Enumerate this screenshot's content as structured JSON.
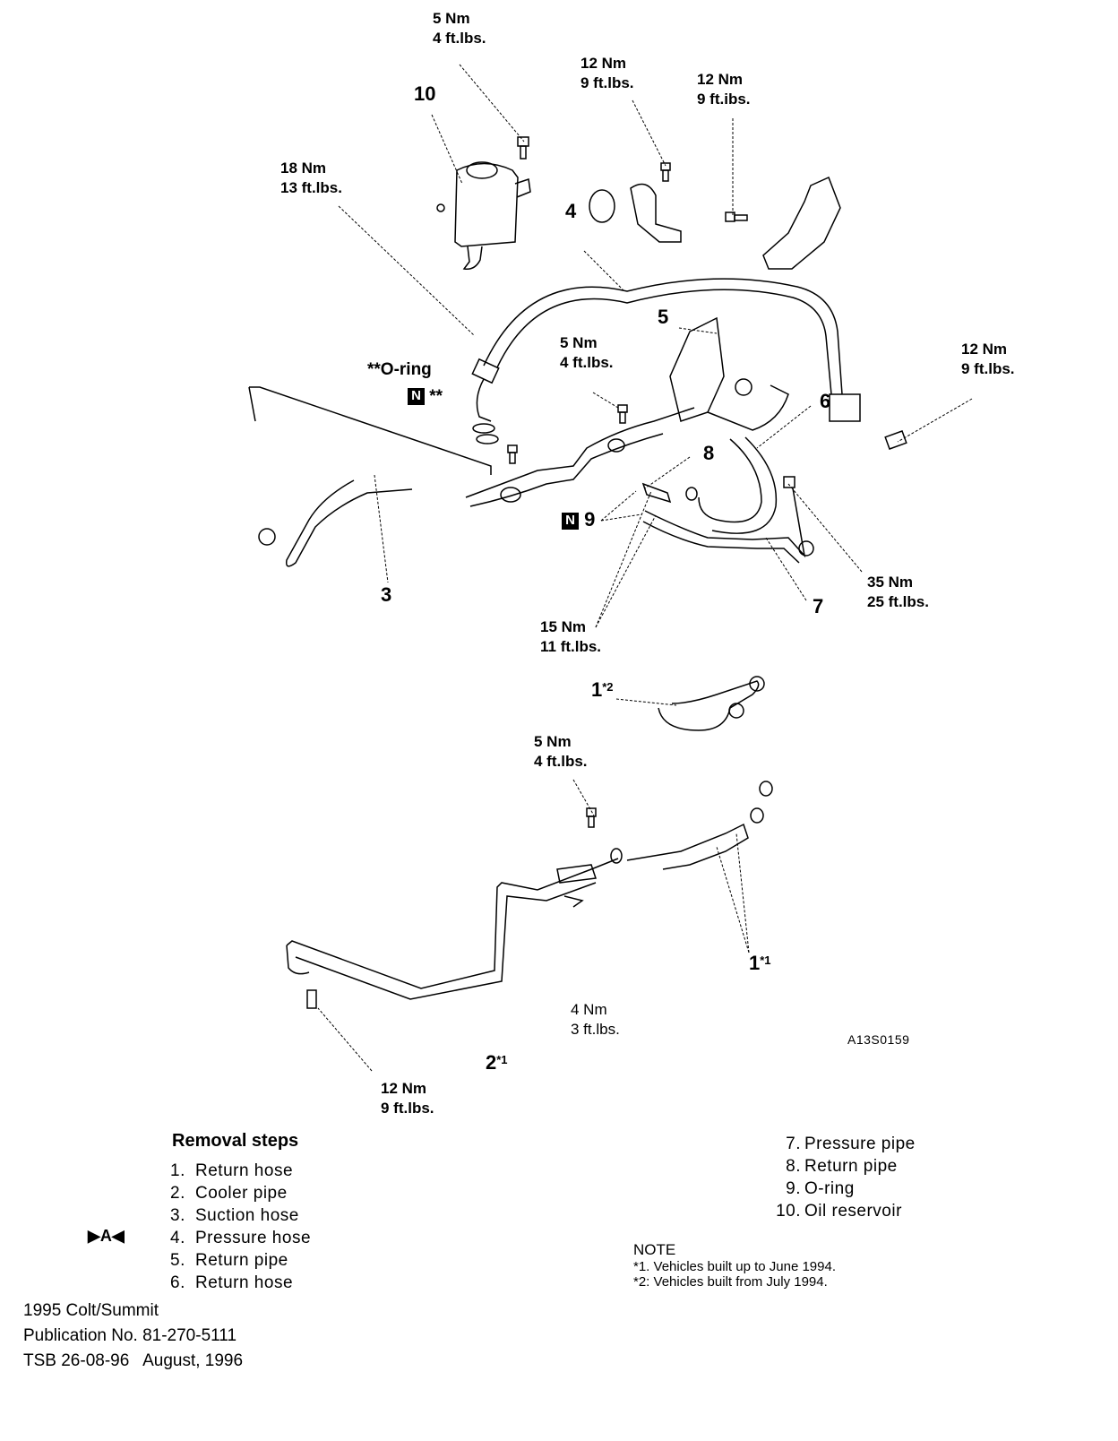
{
  "diagram": {
    "figure_id": "A13S0159",
    "torque_specs": [
      {
        "id": "t-reservoir-top",
        "nm": "5 Nm",
        "ftlbs": "4 ft.lbs."
      },
      {
        "id": "t-clamp-mid",
        "nm": "12 Nm",
        "ftlbs": "9 ft.lbs."
      },
      {
        "id": "t-bracket-right",
        "nm": "12 Nm",
        "ftlbs": "9 ft.ibs."
      },
      {
        "id": "t-reservoir-left",
        "nm": "18 Nm",
        "ftlbs": "13 ft.lbs."
      },
      {
        "id": "t-pump-bolt",
        "nm": "5 Nm",
        "ftlbs": "4 ft.lbs."
      },
      {
        "id": "t-eye-bolt-right",
        "nm": "12 Nm",
        "ftlbs": "9 ft.lbs."
      },
      {
        "id": "t-pressure-pipe",
        "nm": "35 Nm",
        "ftlbs": "25 ft.lbs."
      },
      {
        "id": "t-return-pipe",
        "nm": "15 Nm",
        "ftlbs": "11 ft.lbs."
      },
      {
        "id": "t-cooler-bolt",
        "nm": "5 Nm",
        "ftlbs": "4 ft.lbs."
      },
      {
        "id": "t-cooler-clip",
        "nm": "4 Nm",
        "ftlbs": "3 ft.lbs."
      },
      {
        "id": "t-cooler-bottom",
        "nm": "12 Nm",
        "ftlbs": "9 ft.lbs."
      }
    ],
    "callouts": [
      {
        "id": "c10",
        "label": "10",
        "sup": ""
      },
      {
        "id": "c4",
        "label": "4",
        "sup": ""
      },
      {
        "id": "c5",
        "label": "5",
        "sup": ""
      },
      {
        "id": "c6",
        "label": "6",
        "sup": ""
      },
      {
        "id": "c8",
        "label": "8",
        "sup": ""
      },
      {
        "id": "c9",
        "label": "9",
        "sup": ""
      },
      {
        "id": "c3",
        "label": "3",
        "sup": ""
      },
      {
        "id": "c7",
        "label": "7",
        "sup": ""
      },
      {
        "id": "c1-2",
        "label": "1",
        "sup": "*2"
      },
      {
        "id": "c1-1",
        "label": "1",
        "sup": "*1"
      },
      {
        "id": "c2-1",
        "label": "2",
        "sup": "*1"
      }
    ],
    "oring_label": "**O-ring",
    "n_mark": "N",
    "n_suffix": "**"
  },
  "removal_steps": {
    "title": "Removal steps",
    "service_mark": "▶A◀",
    "items": [
      {
        "num": "1.",
        "label": "Return hose"
      },
      {
        "num": "2.",
        "label": "Cooler pipe"
      },
      {
        "num": "3.",
        "label": "Suction hose"
      },
      {
        "num": "4.",
        "label": "Pressure hose"
      },
      {
        "num": "5.",
        "label": "Return pipe"
      },
      {
        "num": "6.",
        "label": "Return hose"
      },
      {
        "num": "7.",
        "label": "Pressure pipe"
      },
      {
        "num": "8.",
        "label": "Return pipe"
      },
      {
        "num": "9.",
        "label": "O-ring"
      },
      {
        "num": "10.",
        "label": "Oil reservoir"
      }
    ]
  },
  "note": {
    "title": "NOTE",
    "lines": [
      "*1. Vehicles built up to June 1994.",
      "*2: Vehicles built from July 1994."
    ]
  },
  "publication": {
    "model": "1995 Colt/Summit",
    "pub_no": "Publication No. 81-270-5111",
    "tsb": "TSB 26-08-96   August, 1996"
  }
}
